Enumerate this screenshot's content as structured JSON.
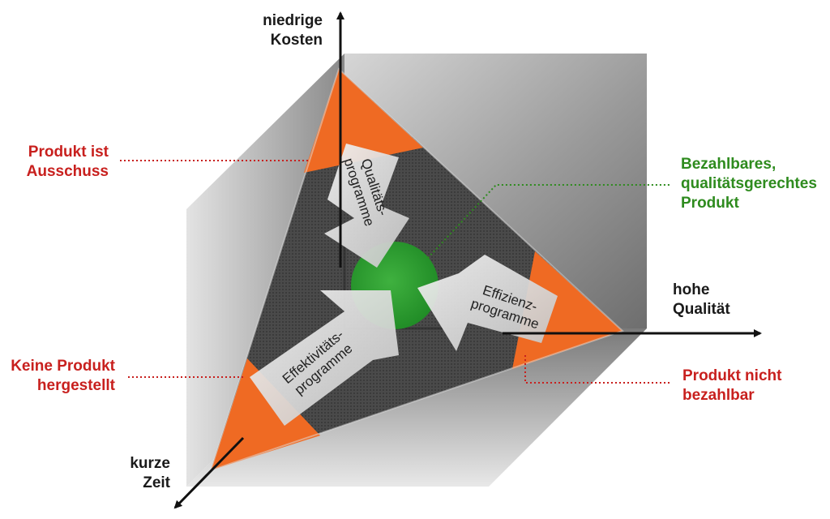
{
  "axes": {
    "y_top": [
      "niedrige",
      "Kosten"
    ],
    "x_right": [
      "hohe",
      "Qualität"
    ],
    "z_bottom": [
      "kurze",
      "Zeit"
    ]
  },
  "callouts": {
    "ausschuss": [
      "Produkt ist",
      "Ausschuss"
    ],
    "keine_produkt": [
      "Keine Produkt",
      "hergestellt"
    ],
    "nicht_bezahlbar": [
      "Produkt nicht",
      "bezahlbar"
    ],
    "bezahlbar": [
      "Bezahlbares,",
      "qualitätsgerechtes",
      "Produkt"
    ]
  },
  "arrows": {
    "qualitaet": [
      "Qualitäts-",
      "programme"
    ],
    "effizienz": [
      "Effizienz-",
      "programme"
    ],
    "effektivitaet": [
      "Effektivitäts-",
      "programme"
    ]
  },
  "colors": {
    "orange": "#ef6a23",
    "dark_panel": "#4a4a4a",
    "green": "#2e9e2e",
    "red_text": "#c8201e",
    "green_text": "#2e8b1e"
  }
}
